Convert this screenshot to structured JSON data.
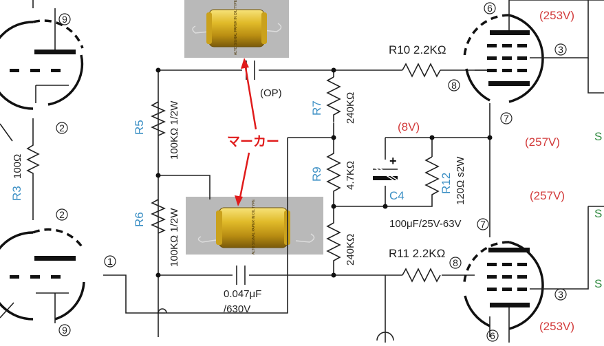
{
  "annotations": {
    "r10": "R10 2.2KΩ",
    "r11": "R11 2.2KΩ",
    "r3_name": "R3",
    "r3_value": "100Ω",
    "r5_name": "R5",
    "r5_value": "100KΩ 1/2W",
    "r6_name": "R6",
    "r6_value": "100KΩ 1/2W",
    "r7_name": "R7",
    "r7_value": "240KΩ",
    "r9_name": "R9",
    "r9_value": "4.7KΩ",
    "r8_value": "240KΩ",
    "r12_name": "R12",
    "r12_value": "120Ω s2W",
    "c4_name": "C4",
    "c4_value": "100μF/25V-63V",
    "c4_plus": "+",
    "cap_bottom_value1": "0.047μF",
    "cap_bottom_value2": "/630V",
    "cap_top_label": "(OP)",
    "marker_label": "マーカー"
  },
  "voltages": {
    "v253_top": "(253V)",
    "v257_mid": "(257V)",
    "v8": "(8V)",
    "v257_lower": "(257V)",
    "v253_bottom": "(253V)"
  },
  "edge_text": {
    "s1": "S",
    "s2": "S",
    "s3": "S"
  },
  "pins": {
    "p9_top": "9",
    "p2_upper": "2",
    "p2_lower": "2",
    "p1": "1",
    "p9_bottom": "9",
    "p6_top": "6",
    "p3_top": "3",
    "p8_top": "8",
    "p7_top": "7",
    "p7_bottom": "7",
    "p8_bottom": "8",
    "p3_bottom": "3",
    "p6_bottom": "6"
  },
  "photo_caps": {
    "label_text": "ALTO SIGNAL PAPER IN OIL TYPE"
  },
  "colors": {
    "label_blue": "#3b8fc4",
    "voltage_red": "#d23a3a",
    "marker_red": "#e01b1b",
    "cap_gold": "#d8b21f",
    "photo_gray": "#b9b9b9"
  }
}
